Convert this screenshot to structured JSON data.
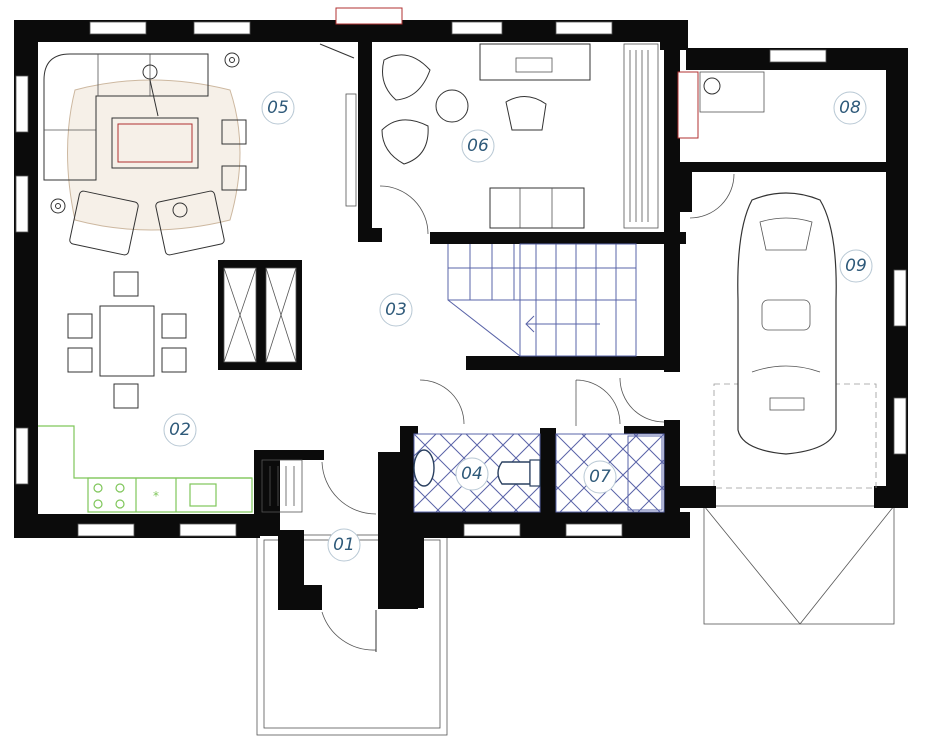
{
  "rooms": [
    {
      "id": "01",
      "label": "01"
    },
    {
      "id": "02",
      "label": "02"
    },
    {
      "id": "03",
      "label": "03"
    },
    {
      "id": "04",
      "label": "04"
    },
    {
      "id": "05",
      "label": "05"
    },
    {
      "id": "06",
      "label": "06"
    },
    {
      "id": "07",
      "label": "07"
    },
    {
      "id": "08",
      "label": "08"
    },
    {
      "id": "09",
      "label": "09"
    }
  ],
  "colors": {
    "wall": "#0b0b0b",
    "label_text": "#2f5a7a",
    "tile_lines": "#5a64a8",
    "kitchen_outline": "#7fc65a",
    "fireplace": "#b03030"
  }
}
